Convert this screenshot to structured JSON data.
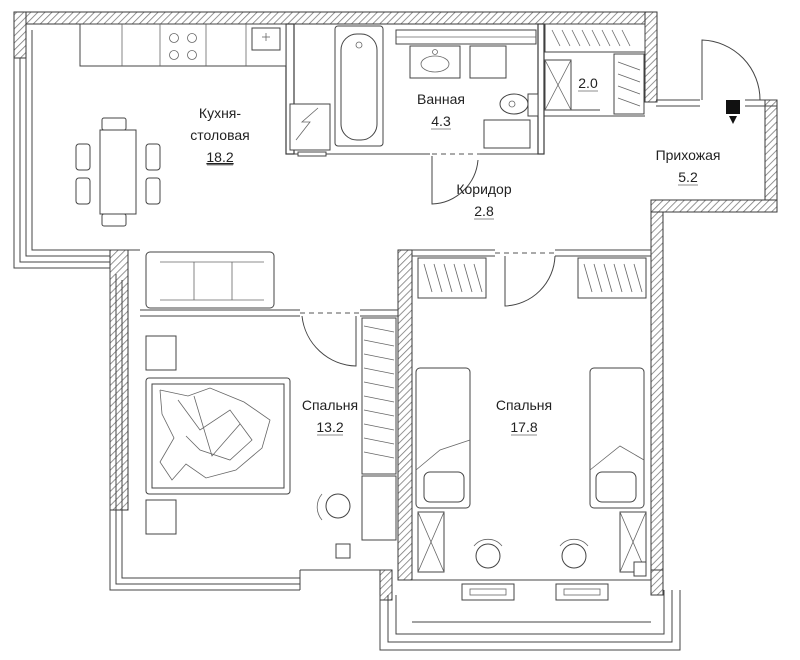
{
  "rooms": {
    "kitchen": {
      "name": "Кухня-\nстоловая",
      "line1": "Кухня-",
      "line2": "столовая",
      "area": "18.2"
    },
    "bathroom": {
      "name": "Ванная",
      "area": "4.3"
    },
    "wc": {
      "area": "2.0"
    },
    "hall": {
      "name": "Прихожая",
      "area": "5.2"
    },
    "corridor": {
      "name": "Коридор",
      "area": "2.8"
    },
    "bedroom_left": {
      "name": "Спальня",
      "area": "13.2"
    },
    "bedroom_right": {
      "name": "Спальня",
      "area": "17.8"
    }
  },
  "colors": {
    "wall_stroke": "#3a3a3a",
    "hatch": "#7a7a7a",
    "background": "#ffffff"
  }
}
